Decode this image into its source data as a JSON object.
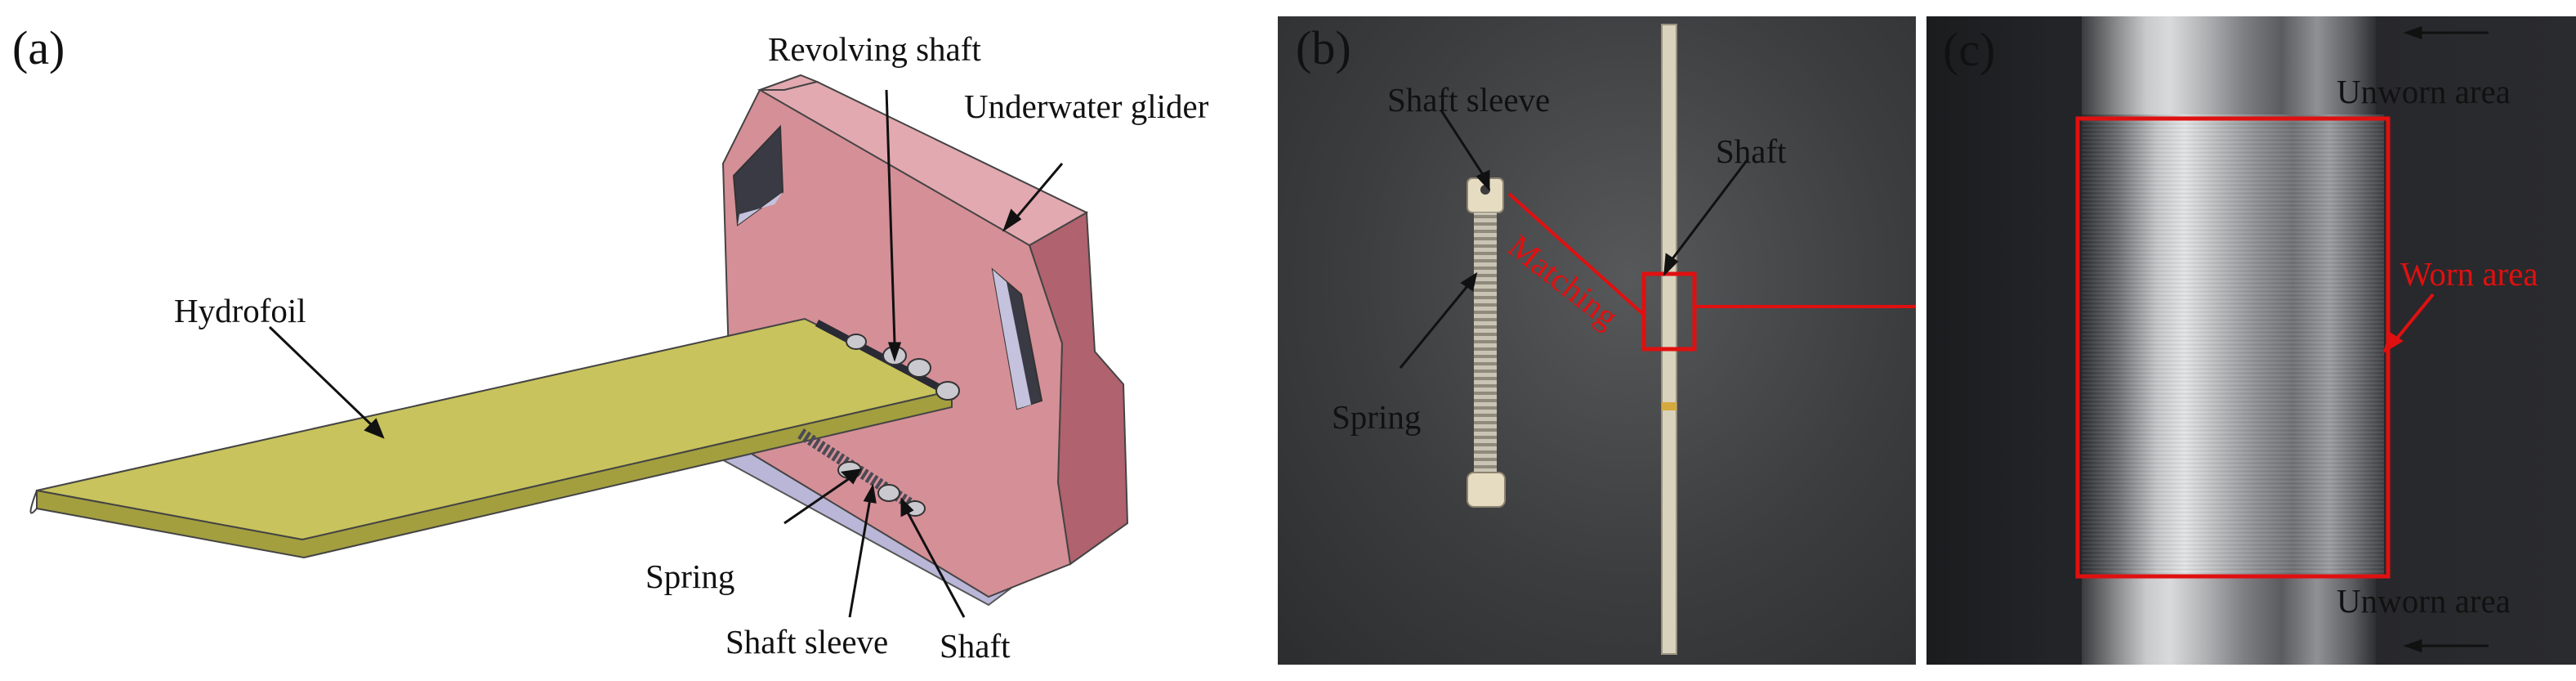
{
  "figure": {
    "panels": [
      {
        "tag": "(a)",
        "labels": {
          "revolving_shaft": "Revolving shaft",
          "underwater_glider": "Underwater glider",
          "hydrofoil": "Hydrofoil",
          "spring": "Spring",
          "shaft_sleeve": "Shaft sleeve",
          "shaft": "Shaft"
        }
      },
      {
        "tag": "(b)",
        "labels": {
          "shaft_sleeve": "Shaft sleeve",
          "shaft": "Shaft",
          "matching": "Matching",
          "spring": "Spring"
        }
      },
      {
        "tag": "(c)",
        "labels": {
          "unworn_top": "Unworn area",
          "worn": "Worn area",
          "unworn_bottom": "Unworn area"
        }
      }
    ],
    "colors": {
      "glider_body": "#d58f97",
      "hydrofoil": "#c8c35c",
      "base_plate": "#b9b6d8",
      "annotation_red": "#e01010"
    }
  }
}
